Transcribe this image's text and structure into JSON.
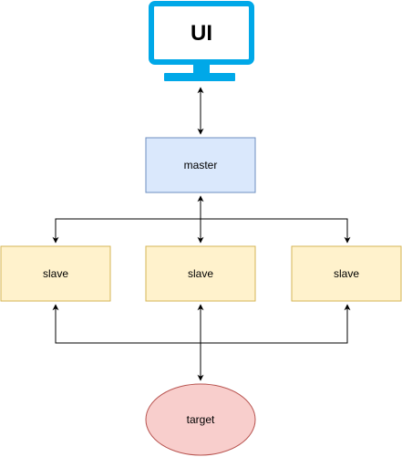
{
  "nodes": {
    "monitor": {
      "label": "UI",
      "icon": "monitor-icon",
      "color": "#00a8e8"
    },
    "master": {
      "label": "master",
      "fill": "#dae8fc",
      "stroke": "#6c8ebf"
    },
    "slaves": [
      {
        "label": "slave",
        "fill": "#fff2cc",
        "stroke": "#d6b656"
      },
      {
        "label": "slave",
        "fill": "#fff2cc",
        "stroke": "#d6b656"
      },
      {
        "label": "slave",
        "fill": "#fff2cc",
        "stroke": "#d6b656"
      }
    ],
    "target": {
      "label": "target",
      "fill": "#f8cecc",
      "stroke": "#b85450"
    }
  },
  "colors": {
    "edge": "#000000",
    "background": "#ffffff"
  }
}
